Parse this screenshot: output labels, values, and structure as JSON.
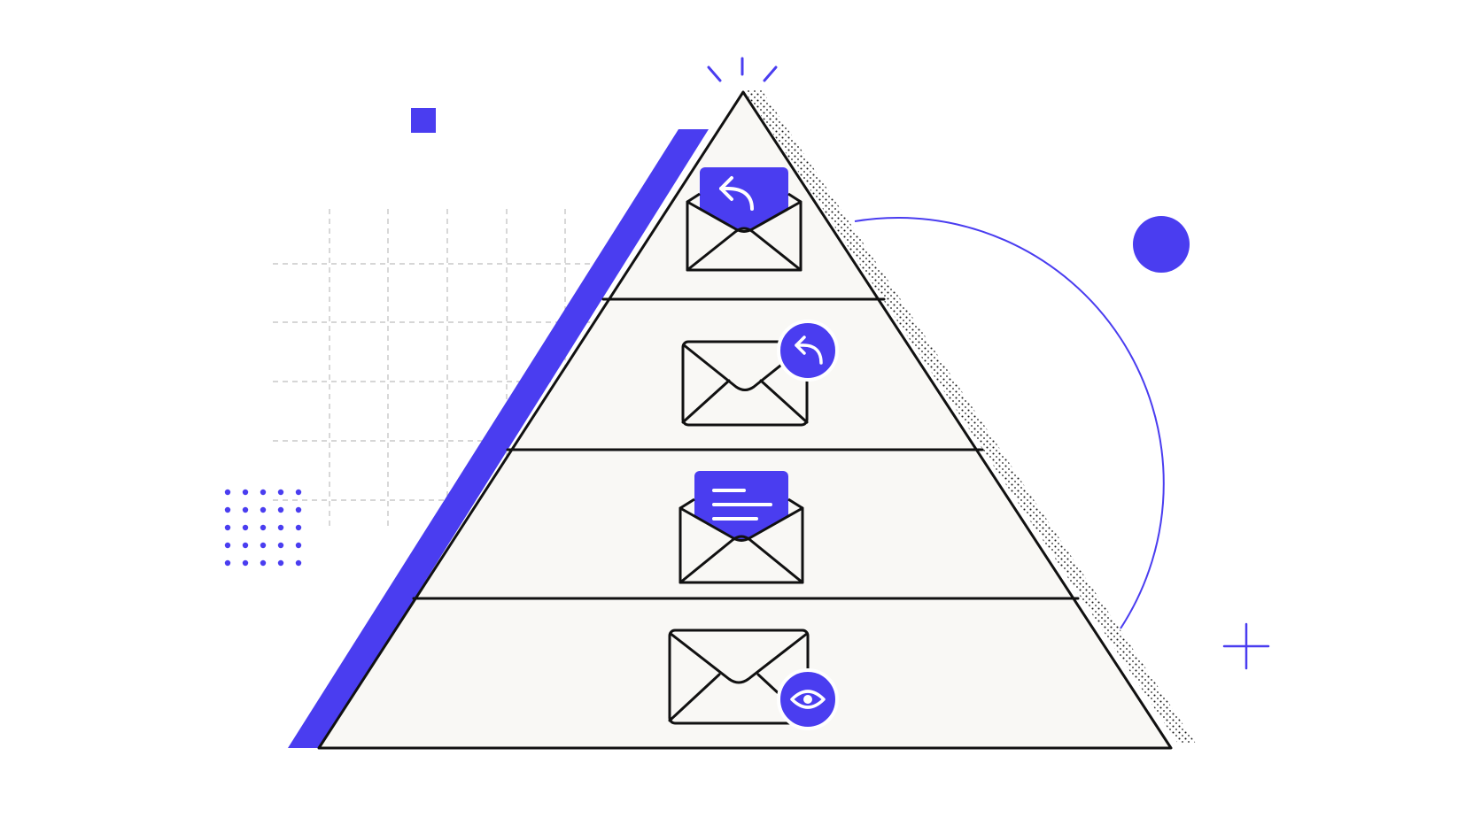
{
  "diagram": {
    "type": "pyramid",
    "tier_count": 4,
    "tiers": [
      {
        "rank": 1,
        "icon": "open-envelope-reply-card-icon"
      },
      {
        "rank": 2,
        "icon": "envelope-reply-badge-icon"
      },
      {
        "rank": 3,
        "icon": "open-envelope-text-card-icon"
      },
      {
        "rank": 4,
        "icon": "envelope-eye-badge-icon"
      }
    ],
    "decorations": [
      "spark-lines",
      "square",
      "dashed-grid",
      "dot-grid",
      "arc",
      "circle",
      "crosshair",
      "stipple-shadow"
    ]
  },
  "colors": {
    "accent": "#4a3df0",
    "outline": "#111111",
    "fill": "#f9f8f5",
    "background": "#ffffff",
    "grid": "#bdbdbd"
  }
}
